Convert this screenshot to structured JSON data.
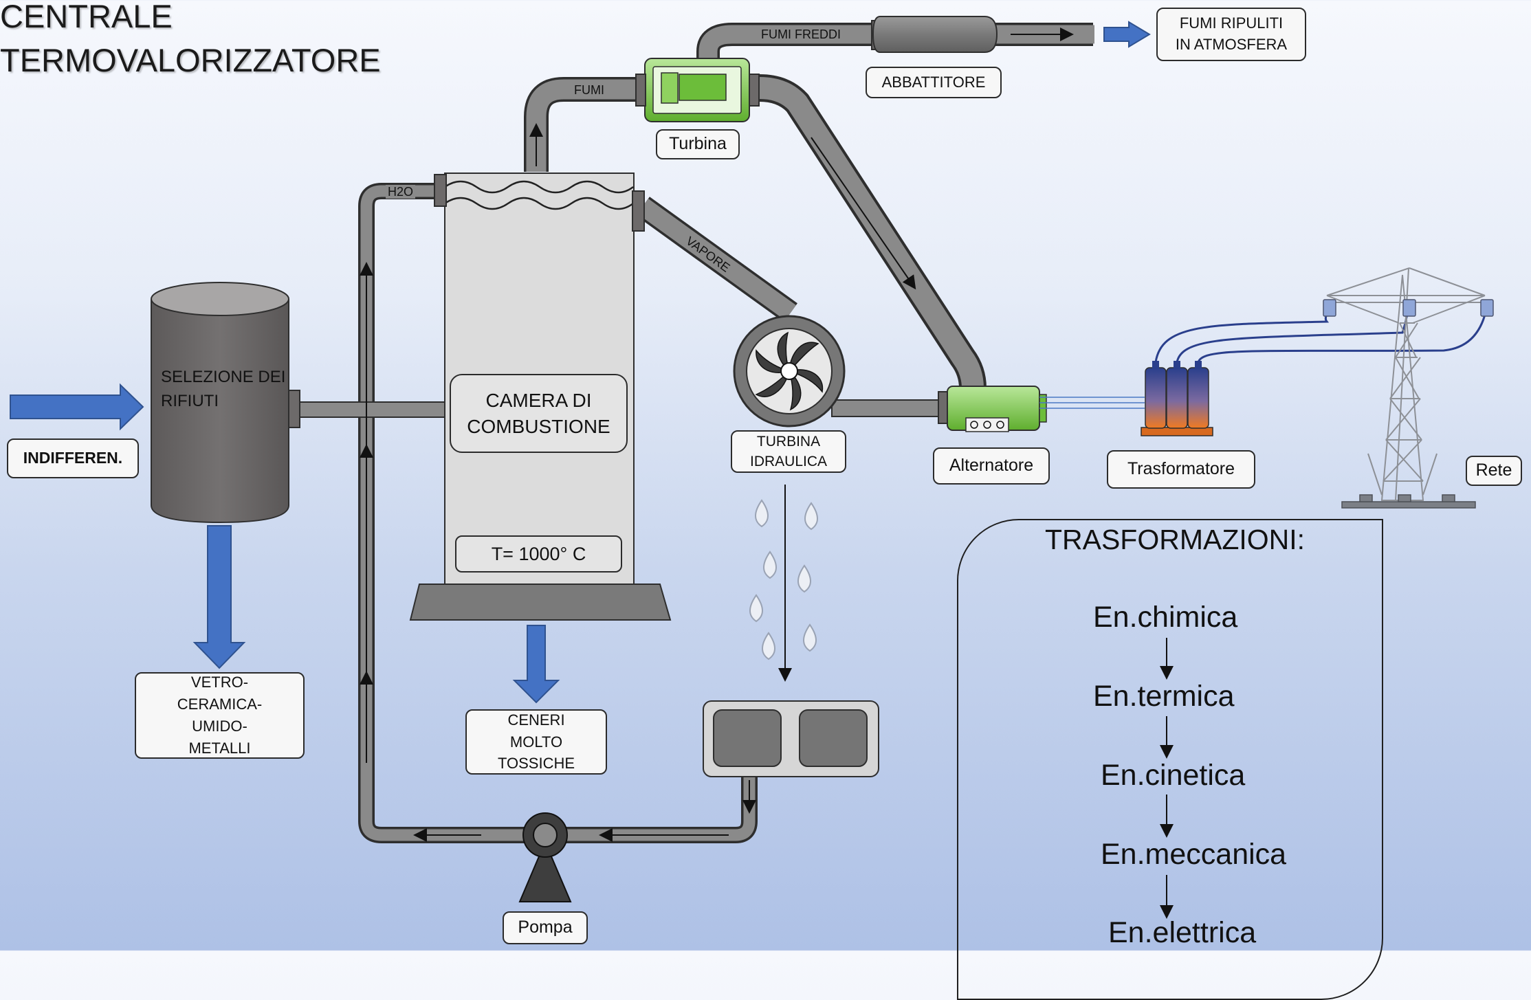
{
  "title_lines": [
    "CENTRALE",
    "TERMOVALORIZZATORE"
  ],
  "labels": {
    "indifferenziato": "INDIFFEREN.",
    "selezione_line1": "SELEZIONE DEI",
    "selezione_line2": "RIFIUTI",
    "vetro_lines": [
      "VETRO-",
      "CERAMICA-",
      "UMIDO-",
      "METALLI"
    ],
    "camera_line1": "CAMERA DI",
    "camera_line2": "COMBUSTIONE",
    "temperatura": "T= 1000° C",
    "ceneri_lines": [
      "CENERI",
      "MOLTO",
      "TOSSICHE"
    ],
    "turbina": "Turbina",
    "turbina_idraulica_lines": [
      "TURBINA",
      "IDRAULICA"
    ],
    "abbattitore": "ABBATTITORE",
    "fumi_ripuliti_lines": [
      "FUMI RIPULITI",
      "IN ATMOSFERA"
    ],
    "alternatore": "Alternatore",
    "trasformatore": "Trasformatore",
    "rete": "Rete",
    "pompa": "Pompa"
  },
  "pipe_labels": {
    "h2o": "H2O",
    "fumi": "FUMI",
    "fumi_freddi": "FUMI FREDDI",
    "vapore": "VAPORE"
  },
  "trasformazioni": {
    "title": "TRASFORMAZIONI:",
    "steps": [
      "En.chimica",
      "En.termica",
      "En.cinetica",
      "En.meccanica",
      "En.elettrica"
    ]
  },
  "colors": {
    "pipe": "#8a8a8a",
    "pipe_border": "#2e2e2e",
    "flow_arrow": "#4472c4",
    "turbine_green": "#7cc64b",
    "tank": "#6d6a6a",
    "chamber": "#dcdcdc"
  }
}
